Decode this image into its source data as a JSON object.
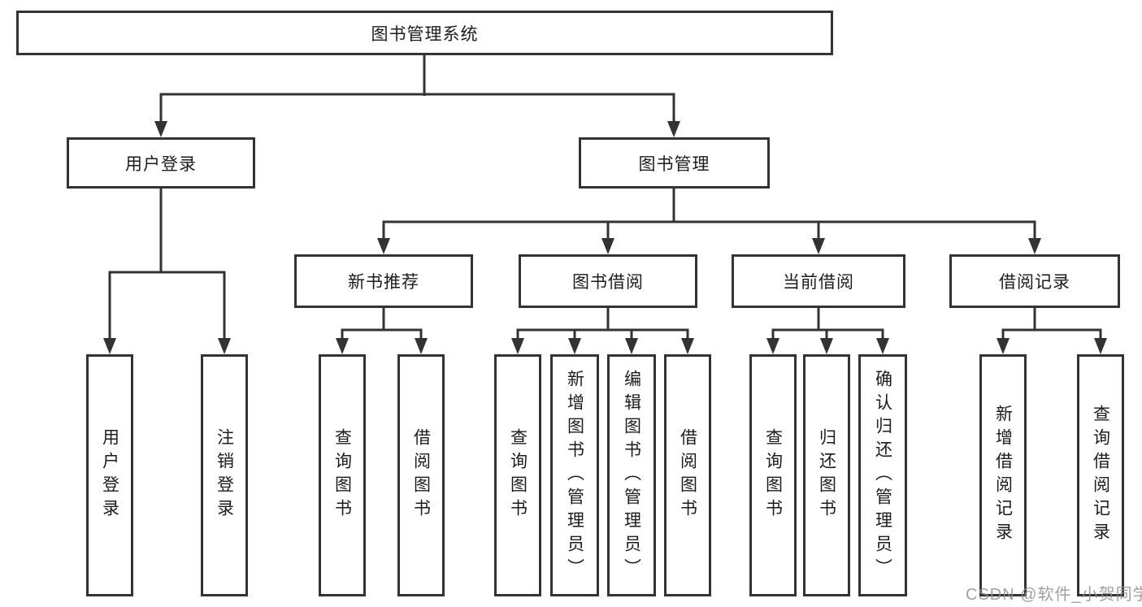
{
  "diagram": {
    "root": "图书管理系统",
    "level2": [
      "用户登录",
      "图书管理"
    ],
    "branches": [
      {
        "parent": "用户登录",
        "children": [
          "用户登录",
          "注销登录"
        ]
      },
      {
        "parent": "新书推荐",
        "children": [
          "查询图书",
          "借阅图书"
        ]
      },
      {
        "parent": "图书借阅",
        "children": [
          "查询图书",
          "新增图书（管理员）",
          "编辑图书（管理员）",
          "借阅图书"
        ]
      },
      {
        "parent": "当前借阅",
        "children": [
          "查询图书",
          "归还图书",
          "确认归还（管理员）"
        ]
      },
      {
        "parent": "借阅记录",
        "children": [
          "新增借阅记录",
          "查询借阅记录"
        ]
      }
    ],
    "colors": {
      "line": "#333333",
      "box_border": "#333333",
      "box_fill": "#ffffff",
      "text": "#1c1c1c",
      "watermark": "#8f9097"
    }
  },
  "watermark": {
    "text": "CSDN @软件_小贺同学"
  }
}
